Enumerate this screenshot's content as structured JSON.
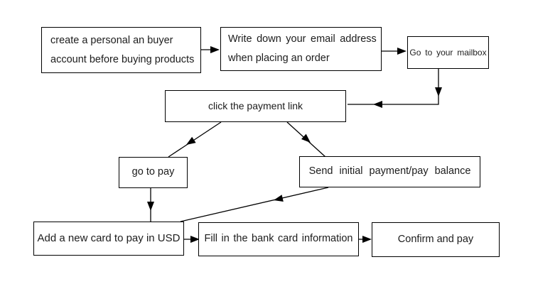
{
  "diagram": {
    "type": "flowchart",
    "background_color": "#ffffff",
    "line_color": "#000000",
    "text_color": "#1c1c1c",
    "nodes": {
      "create_account": {
        "line1": "create a personal an buyer",
        "line2": "account before buying products"
      },
      "write_email": {
        "line1": "Write down your email address",
        "line2": "when placing an order"
      },
      "mailbox": {
        "label": "Go to your mailbox"
      },
      "click_payment": {
        "label": "click the payment link"
      },
      "go_to_pay": {
        "label": "go to pay"
      },
      "send_initial": {
        "label": "Send initial payment/pay balance"
      },
      "add_card": {
        "label": "Add a new card to pay in USD"
      },
      "fill_bank": {
        "label": "Fill in the bank card information"
      },
      "confirm_pay": {
        "label": "Confirm and pay"
      }
    },
    "edges": [
      {
        "from": "create_account",
        "to": "write_email"
      },
      {
        "from": "write_email",
        "to": "mailbox"
      },
      {
        "from": "mailbox",
        "to": "click_payment"
      },
      {
        "from": "click_payment",
        "to": "go_to_pay"
      },
      {
        "from": "click_payment",
        "to": "send_initial"
      },
      {
        "from": "go_to_pay",
        "to": "add_card"
      },
      {
        "from": "send_initial",
        "to": "add_card"
      },
      {
        "from": "add_card",
        "to": "fill_bank"
      },
      {
        "from": "fill_bank",
        "to": "confirm_pay"
      }
    ]
  }
}
